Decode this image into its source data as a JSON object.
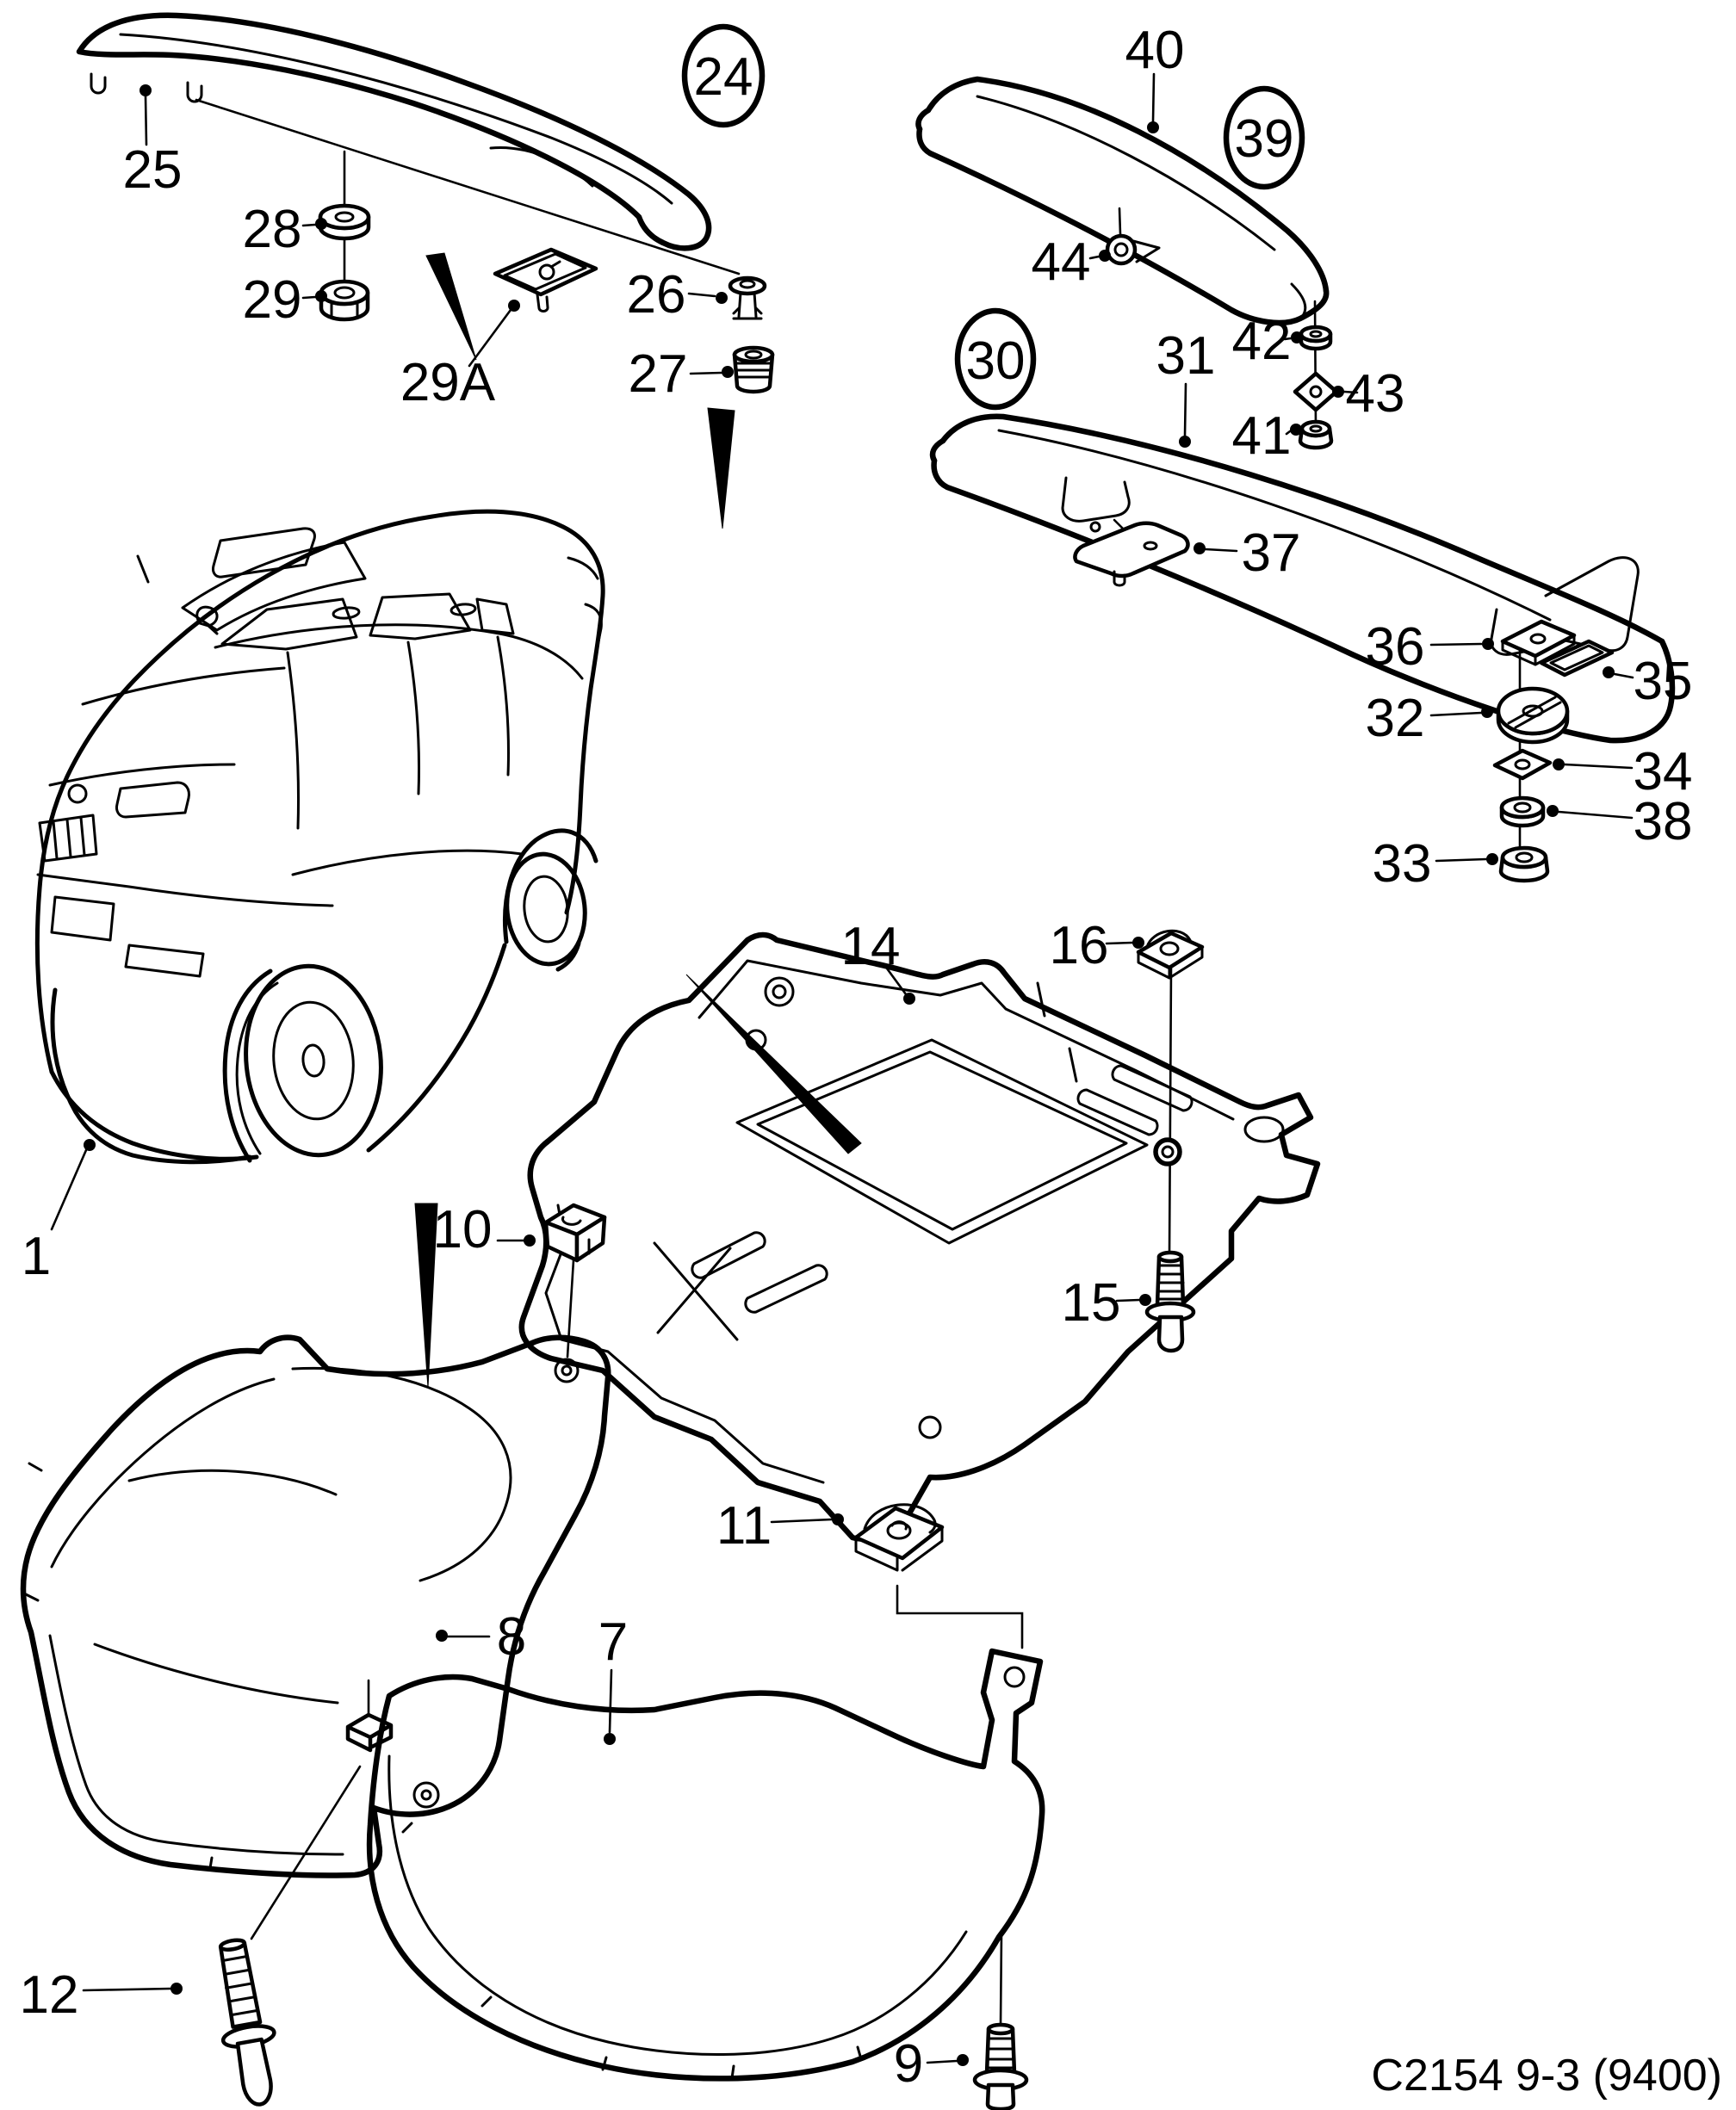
{
  "diagram": {
    "code": "C2154 9-3 (9400)",
    "colors": {
      "ink": "#000000",
      "paper": "#ffffff"
    },
    "balloons": {
      "b24": "24",
      "b30": "30",
      "b39": "39"
    },
    "callouts": {
      "n1": "1",
      "n7": "7",
      "n8": "8",
      "n9": "9",
      "n10": "10",
      "n11": "11",
      "n12": "12",
      "n14": "14",
      "n15": "15",
      "n16": "16",
      "n25": "25",
      "n26": "26",
      "n27": "27",
      "n28": "28",
      "n29": "29",
      "n29A": "29A",
      "n31": "31",
      "n32": "32",
      "n33": "33",
      "n34": "34",
      "n35": "35",
      "n36": "36",
      "n37": "37",
      "n38": "38",
      "n40": "40",
      "n41": "41",
      "n42": "42",
      "n43": "43",
      "n44": "44"
    }
  }
}
